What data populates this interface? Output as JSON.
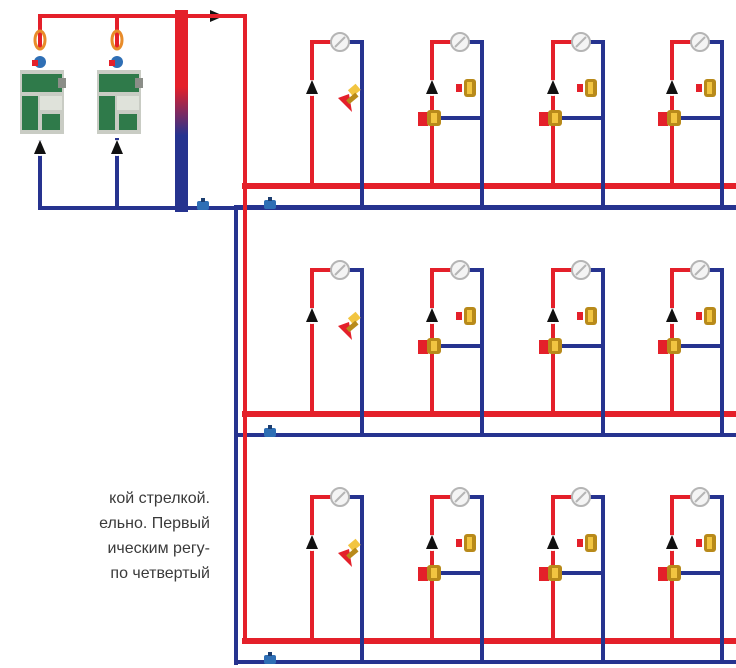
{
  "colors": {
    "supply": "#e4202a",
    "return": "#26338f",
    "valve_dark": "#b88a1a",
    "valve_light": "#f2c541",
    "boiler_green": "#2f7a4a",
    "boiler_grey": "#c9ccc4",
    "gauge": "#b5b5b5",
    "caption_text": "#3a3a3a"
  },
  "icons": {
    "pump": "pump-icon",
    "gauge": "gauge-icon",
    "balancing_valve": "balancing-valve-icon",
    "three_way_valve": "three-way-valve-icon",
    "actuator": "actuator-icon",
    "boiler": "boiler-icon",
    "expansion": "expansion-vessel-icon",
    "hydraulic_separator": "hydraulic-separator-icon",
    "shutoff_valve": "shutoff-valve-icon",
    "flow_arrow": "flow-arrow-icon"
  },
  "diagram": {
    "boilers": 2,
    "zones": 3,
    "circuits_per_zone": 4
  },
  "caption": {
    "line1": "кой  стрелкой.",
    "line2": "ельно. Первый",
    "line3": "ическим  регу-",
    "line4": "по  четвертый"
  }
}
